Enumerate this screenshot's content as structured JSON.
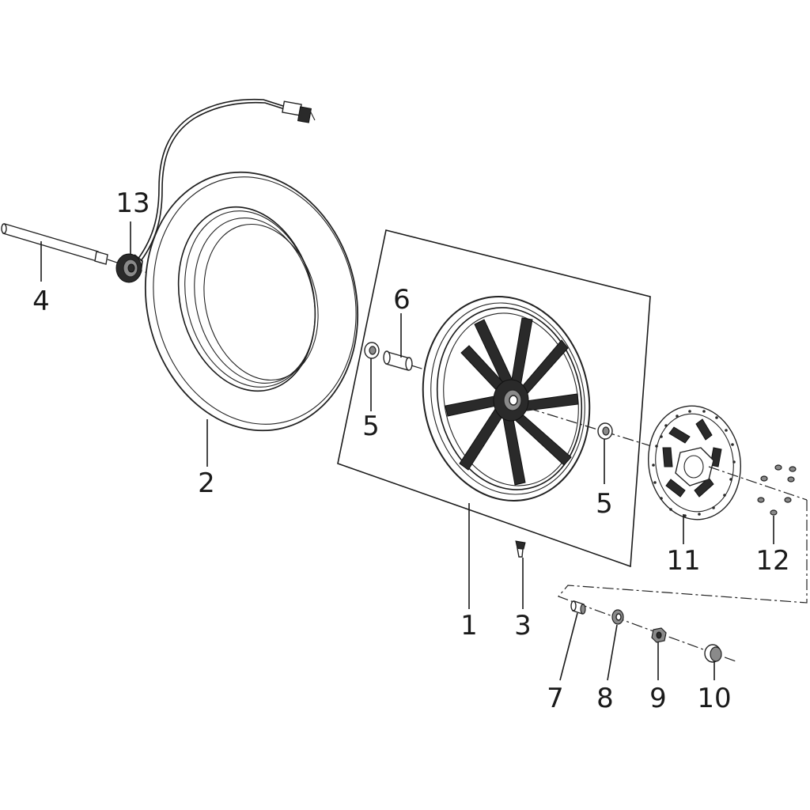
{
  "diagram": {
    "part_labels": {
      "rim": "1",
      "tire": "2",
      "valve": "3",
      "axle": "4",
      "bearing_left": "5",
      "bearing_right": "5",
      "spacer": "6",
      "collar": "7",
      "washer": "8",
      "nut": "9",
      "cap": "10",
      "disc": "11",
      "bolt": "12",
      "speed_sensor": "13"
    }
  },
  "colors": {
    "line": "#1a1a1a",
    "dark_fill": "#2a2a2a",
    "mid_fill": "#8a8a8a",
    "background": "#ffffff"
  }
}
